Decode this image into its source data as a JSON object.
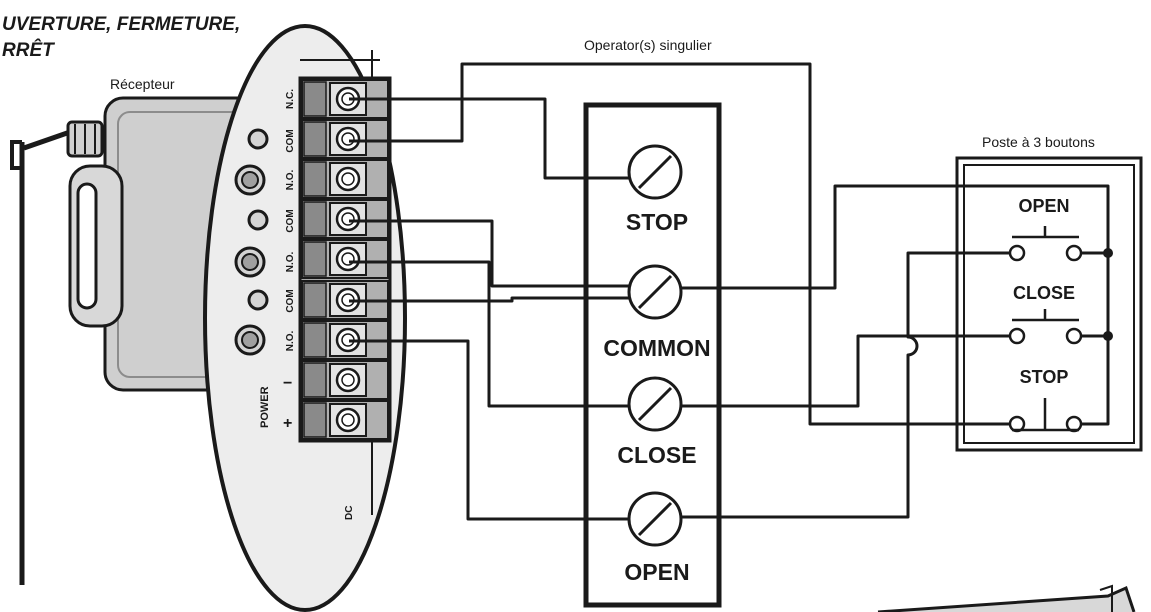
{
  "title": {
    "line1": "UVERTURE, FERMETURE,",
    "line2": "RRÊT"
  },
  "labels": {
    "receiver": "Récepteur",
    "operator": "Operator(s) singulier",
    "station": "Poste à 3 boutons",
    "power": "POWER",
    "dc": "DC",
    "minus": "−",
    "plus": "+"
  },
  "receiver_terminals": [
    "N.C.",
    "COM",
    "N.O.",
    "COM",
    "N.O.",
    "COM",
    "N.O."
  ],
  "operator_terminals": [
    "STOP",
    "COMMON",
    "CLOSE",
    "OPEN"
  ],
  "station_buttons": [
    "OPEN",
    "CLOSE",
    "STOP"
  ],
  "colors": {
    "ink": "#1a1a1a",
    "receiver_body": "#cfcfcf",
    "terminal_block": "#a9a9a9",
    "background": "#ffffff"
  }
}
